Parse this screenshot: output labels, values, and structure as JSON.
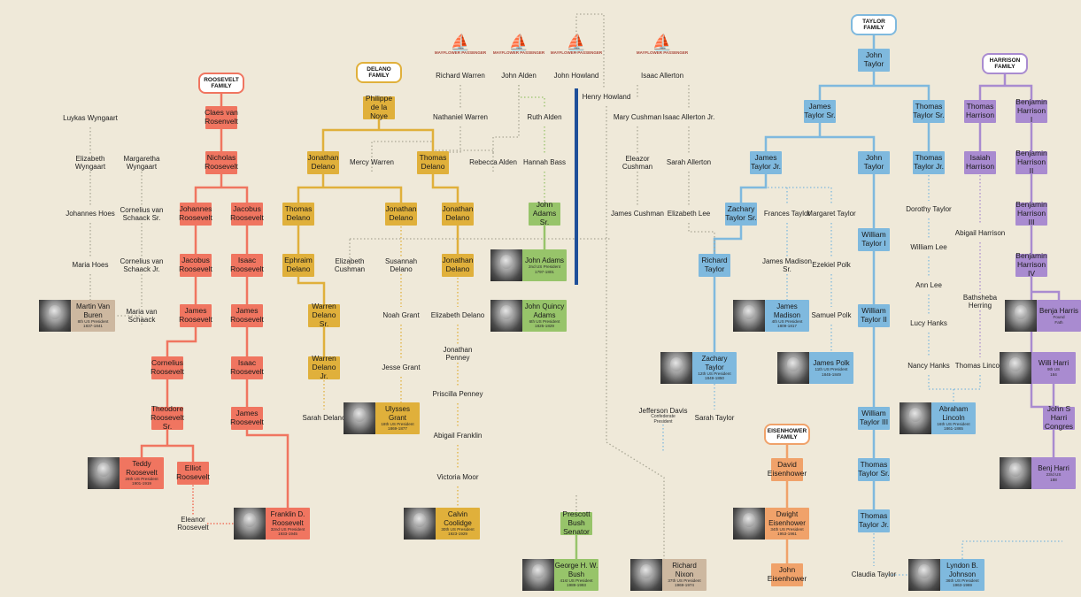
{
  "colors": {
    "roosevelt": "#f07560",
    "delano": "#e0b03b",
    "adams": "#97c46a",
    "taylor": "#7fb9de",
    "harrison": "#a98bd0",
    "eisenhower": "#f0a26a",
    "van_buren": "#cdb8a0",
    "mayflower": "#a9473b",
    "divider": "#1e4f99"
  },
  "icons": {
    "ship": "sailing-ship-icon",
    "portrait": "portrait-photo"
  },
  "families": [
    {
      "id": "roosevelt",
      "label": "ROOSEVELT FAMILY"
    },
    {
      "id": "delano",
      "label": "DELANO FAMILY"
    },
    {
      "id": "taylor",
      "label": "TAYLOR FAMILY"
    },
    {
      "id": "harrison",
      "label": "HARRISON FAMILY"
    },
    {
      "id": "eisenhower",
      "label": "EISENHOWER FAMILY"
    }
  ],
  "mayflower_label": "MAYFLOWER PASSENGER",
  "nodes": [
    {
      "id": "luykas",
      "name": "Luykas Wyngaart",
      "style": "plain"
    },
    {
      "id": "elizabeth_w",
      "name": "Elizabeth Wyngaart",
      "style": "plain"
    },
    {
      "id": "margaretha_w",
      "name": "Margaretha Wyngaart",
      "style": "plain"
    },
    {
      "id": "johannes_hoes",
      "name": "Johannes Hoes",
      "style": "plain"
    },
    {
      "id": "cornelius_vs_sr",
      "name": "Cornelius van Schaack Sr.",
      "style": "plain"
    },
    {
      "id": "maria_hoes",
      "name": "Maria Hoes",
      "style": "plain"
    },
    {
      "id": "cornelius_vs_jr",
      "name": "Cornelius van Schaack Jr.",
      "style": "plain"
    },
    {
      "id": "maria_vs",
      "name": "Maria van Schaack",
      "style": "plain"
    },
    {
      "id": "van_buren",
      "name": "Martin Van Buren",
      "sub": [
        "8th US President",
        "1837-1841"
      ],
      "style": "van_buren"
    },
    {
      "id": "claes",
      "name": "Claes van Rosenvelt",
      "style": "roosevelt"
    },
    {
      "id": "nicholas_r",
      "name": "Nicholas Roosevelt",
      "style": "roosevelt"
    },
    {
      "id": "johannes_r",
      "name": "Johannes Roosevelt",
      "style": "roosevelt"
    },
    {
      "id": "jacobus_r1",
      "name": "Jacobus Roosevelt",
      "style": "roosevelt"
    },
    {
      "id": "jacobus_r2",
      "name": "Jacobus Roosevelt",
      "style": "roosevelt"
    },
    {
      "id": "isaac_r1",
      "name": "Isaac Roosevelt",
      "style": "roosevelt"
    },
    {
      "id": "james_r1",
      "name": "James Roosevelt",
      "style": "roosevelt"
    },
    {
      "id": "james_r2",
      "name": "James Roosevelt",
      "style": "roosevelt"
    },
    {
      "id": "cornelius_r",
      "name": "Cornelius Roosevelt",
      "style": "roosevelt"
    },
    {
      "id": "isaac_r2",
      "name": "Isaac Roosevelt",
      "style": "roosevelt"
    },
    {
      "id": "theodore_sr",
      "name": "Theodore Roosevelt Sr.",
      "style": "roosevelt"
    },
    {
      "id": "james_r3",
      "name": "James Roosevelt",
      "style": "roosevelt"
    },
    {
      "id": "teddy",
      "name": "Teddy Roosevelt",
      "sub": [
        "26th US President",
        "1901-1919"
      ],
      "style": "roosevelt"
    },
    {
      "id": "elliot",
      "name": "Elliot Roosevelt",
      "style": "roosevelt"
    },
    {
      "id": "eleanor",
      "name": "Eleanor Roosevelt",
      "style": "plain"
    },
    {
      "id": "fdr",
      "name": "Franklin D. Roosevelt",
      "sub": [
        "32nd US President",
        "1933-1945"
      ],
      "style": "roosevelt"
    },
    {
      "id": "philippe",
      "name": "Philippe de la Noye",
      "style": "delano"
    },
    {
      "id": "jonathan_d1",
      "name": "Jonathan Delano",
      "style": "delano"
    },
    {
      "id": "mercy_warren",
      "name": "Mercy Warren",
      "style": "plain"
    },
    {
      "id": "thomas_d1",
      "name": "Thomas Delano",
      "style": "delano"
    },
    {
      "id": "rebecca_alden",
      "name": "Rebecca Alden",
      "style": "plain"
    },
    {
      "id": "thomas_d2",
      "name": "Thomas Delano",
      "style": "delano"
    },
    {
      "id": "jonathan_d2",
      "name": "Jonathan Delano",
      "style": "delano"
    },
    {
      "id": "jonathan_d3",
      "name": "Jonathan Delano",
      "style": "delano"
    },
    {
      "id": "ephraim_d",
      "name": "Ephraim Delano",
      "style": "delano"
    },
    {
      "id": "elizabeth_cushman",
      "name": "Elizabeth Cushman",
      "style": "plain"
    },
    {
      "id": "susannah_d",
      "name": "Susannah Delano",
      "style": "plain"
    },
    {
      "id": "jonathan_d4",
      "name": "Jonathan Delano",
      "style": "delano"
    },
    {
      "id": "warren_sr",
      "name": "Warren Delano Sr.",
      "style": "delano"
    },
    {
      "id": "noah_grant",
      "name": "Noah Grant",
      "style": "plain"
    },
    {
      "id": "elizabeth_d",
      "name": "Elizabeth Delano",
      "style": "plain"
    },
    {
      "id": "warren_jr",
      "name": "Warren Delano Jr.",
      "style": "delano"
    },
    {
      "id": "jesse_grant",
      "name": "Jesse Grant",
      "style": "plain"
    },
    {
      "id": "jonathan_penney",
      "name": "Jonathan Penney",
      "style": "plain"
    },
    {
      "id": "sarah_delano",
      "name": "Sarah Delano",
      "style": "plain"
    },
    {
      "id": "grant",
      "name": "Ulysses Grant",
      "sub": [
        "18th US President",
        "1869-1877"
      ],
      "style": "delano"
    },
    {
      "id": "priscilla",
      "name": "Priscilla Penney",
      "style": "plain"
    },
    {
      "id": "abigail_f",
      "name": "Abigail Franklin",
      "style": "plain"
    },
    {
      "id": "victoria_moor",
      "name": "Victoria Moor",
      "style": "plain"
    },
    {
      "id": "coolidge",
      "name": "Calvin Coolidge",
      "sub": [
        "30th US President",
        "1923-1929"
      ],
      "style": "delano"
    },
    {
      "id": "richard_warren",
      "name": "Richard Warren",
      "style": "plain"
    },
    {
      "id": "john_alden",
      "name": "John Alden",
      "style": "plain"
    },
    {
      "id": "john_howland",
      "name": "John Howland",
      "style": "plain"
    },
    {
      "id": "isaac_allerton",
      "name": "Isaac Allerton",
      "style": "plain"
    },
    {
      "id": "henry_howland",
      "name": "Henry Howland",
      "style": "plain"
    },
    {
      "id": "nathaniel_warren",
      "name": "Nathaniel Warren",
      "style": "plain"
    },
    {
      "id": "ruth_alden",
      "name": "Ruth Alden",
      "style": "plain"
    },
    {
      "id": "hannah_bass",
      "name": "Hannah Bass",
      "style": "plain"
    },
    {
      "id": "john_adams_sr",
      "name": "John Adams Sr.",
      "style": "adams"
    },
    {
      "id": "john_adams",
      "name": "John Adams",
      "sub": [
        "2nd US President",
        "1797-1801"
      ],
      "style": "adams"
    },
    {
      "id": "jqa",
      "name": "John Quincy Adams",
      "sub": [
        "6th US President",
        "1825-1829"
      ],
      "style": "adams"
    },
    {
      "id": "mary_cushman",
      "name": "Mary Cushman",
      "style": "plain"
    },
    {
      "id": "isaac_allerton_jr",
      "name": "Isaac Allerton Jr.",
      "style": "plain"
    },
    {
      "id": "eleazor_cushman",
      "name": "Eleazor Cushman",
      "style": "plain"
    },
    {
      "id": "sarah_allerton",
      "name": "Sarah Allerton",
      "style": "plain"
    },
    {
      "id": "james_cushman",
      "name": "James Cushman",
      "style": "plain"
    },
    {
      "id": "elizabeth_lee",
      "name": "Elizabeth Lee",
      "style": "plain"
    },
    {
      "id": "prescott",
      "name": "Prescott Bush",
      "sub": [
        "Senator"
      ],
      "style": "adams"
    },
    {
      "id": "ghwb",
      "name": "George H. W. Bush",
      "sub": [
        "41st US President",
        "1989-1993"
      ],
      "style": "adams"
    },
    {
      "id": "nixon",
      "name": "Richard Nixon",
      "sub": [
        "37th US President",
        "1969-1974"
      ],
      "style": "van_buren"
    },
    {
      "id": "john_taylor",
      "name": "John Taylor",
      "style": "taylor"
    },
    {
      "id": "james_taylor_sr",
      "name": "James Taylor Sr.",
      "style": "taylor"
    },
    {
      "id": "thomas_taylor_sr_a",
      "name": "Thomas Taylor Sr.",
      "style": "taylor"
    },
    {
      "id": "james_taylor_jr",
      "name": "James Taylor Jr.",
      "style": "taylor"
    },
    {
      "id": "john_taylor2",
      "name": "John Taylor",
      "style": "taylor"
    },
    {
      "id": "thomas_taylor_jr_a",
      "name": "Thomas Taylor Jr.",
      "style": "taylor"
    },
    {
      "id": "zachary_sr",
      "name": "Zachary Taylor Sr.",
      "style": "taylor"
    },
    {
      "id": "frances_taylor",
      "name": "Frances Taylor",
      "style": "plain"
    },
    {
      "id": "margaret_taylor",
      "name": "Margaret Taylor",
      "style": "plain"
    },
    {
      "id": "dorothy_taylor",
      "name": "Dorothy Taylor",
      "style": "plain"
    },
    {
      "id": "william_taylor_i",
      "name": "William Taylor I",
      "style": "taylor"
    },
    {
      "id": "william_lee",
      "name": "William Lee",
      "style": "plain"
    },
    {
      "id": "richard_taylor",
      "name": "Richard Taylor",
      "style": "taylor"
    },
    {
      "id": "james_madison_sr",
      "name": "James Madison Sr.",
      "style": "plain"
    },
    {
      "id": "ezekiel_polk",
      "name": "Ezekiel Polk",
      "style": "plain"
    },
    {
      "id": "ann_lee",
      "name": "Ann Lee",
      "style": "plain"
    },
    {
      "id": "madison",
      "name": "James Madison",
      "sub": [
        "4th US President",
        "1809-1817"
      ],
      "style": "taylor"
    },
    {
      "id": "samuel_polk",
      "name": "Samuel Polk",
      "style": "plain"
    },
    {
      "id": "william_taylor_ii",
      "name": "William Taylor II",
      "style": "taylor"
    },
    {
      "id": "lucy_hanks",
      "name": "Lucy Hanks",
      "style": "plain"
    },
    {
      "id": "zachary_taylor",
      "name": "Zachary Taylor",
      "sub": [
        "12th US President",
        "1849-1850"
      ],
      "style": "taylor"
    },
    {
      "id": "polk",
      "name": "James Polk",
      "sub": [
        "11th US President",
        "1845-1849"
      ],
      "style": "taylor"
    },
    {
      "id": "nancy_hanks",
      "name": "Nancy Hanks",
      "style": "plain"
    },
    {
      "id": "thomas_lincoln",
      "name": "Thomas Lincoln",
      "style": "plain"
    },
    {
      "id": "jefferson_davis",
      "name": "Jefferson Davis",
      "sub": [
        "Confederate",
        "President"
      ],
      "style": "plain"
    },
    {
      "id": "sarah_taylor",
      "name": "Sarah Taylor",
      "style": "plain"
    },
    {
      "id": "lincoln",
      "name": "Abraham Lincoln",
      "sub": [
        "16th US President",
        "1861-1865"
      ],
      "style": "taylor"
    },
    {
      "id": "william_taylor_iii",
      "name": "William Taylor III",
      "style": "taylor"
    },
    {
      "id": "thomas_taylor_sr_b",
      "name": "Thomas Taylor Sr.",
      "style": "taylor"
    },
    {
      "id": "thomas_taylor_jr_b",
      "name": "Thomas Taylor Jr.",
      "style": "taylor"
    },
    {
      "id": "claudia_taylor",
      "name": "Claudia Taylor",
      "style": "plain"
    },
    {
      "id": "lbj",
      "name": "Lyndon B. Johnson",
      "sub": [
        "36th US President",
        "1963-1969"
      ],
      "style": "taylor"
    },
    {
      "id": "david_eisenhower",
      "name": "David Eisenhower",
      "style": "eisenhower"
    },
    {
      "id": "dwight",
      "name": "Dwight Eisenhower",
      "sub": [
        "34th US President",
        "1953-1961"
      ],
      "style": "eisenhower"
    },
    {
      "id": "john_eisenhower",
      "name": "John Eisenhower",
      "style": "eisenhower"
    },
    {
      "id": "thomas_harrison",
      "name": "Thomas Harrison",
      "style": "harrison"
    },
    {
      "id": "benjamin_h1",
      "name": "Benjamin Harrison I",
      "style": "harrison"
    },
    {
      "id": "isaiah_harrison",
      "name": "Isaiah Harrison",
      "style": "harrison"
    },
    {
      "id": "benjamin_h2",
      "name": "Benjamin Harrison II",
      "style": "harrison"
    },
    {
      "id": "abigail_harrison",
      "name": "Abigail Harrison",
      "style": "plain"
    },
    {
      "id": "benjamin_h3",
      "name": "Benjamin Harrison III",
      "style": "harrison"
    },
    {
      "id": "benjamin_h4",
      "name": "Benjamin Harrison IV",
      "style": "harrison"
    },
    {
      "id": "bathsheba",
      "name": "Bathsheba Herring",
      "style": "plain"
    },
    {
      "id": "benja_cut",
      "name": "Benja Harris",
      "sub": [
        "Found",
        "Fath"
      ],
      "style": "harrison"
    },
    {
      "id": "willi_cut",
      "name": "Willi Harri",
      "sub": [
        "9th US",
        "184"
      ],
      "style": "harrison"
    },
    {
      "id": "john_s_cut",
      "name": "John S Harri",
      "sub": [
        "Congres"
      ],
      "style": "harrison"
    },
    {
      "id": "benj_cut2",
      "name": "Benj Harri",
      "sub": [
        "23rd US",
        "188"
      ],
      "style": "harrison"
    }
  ]
}
